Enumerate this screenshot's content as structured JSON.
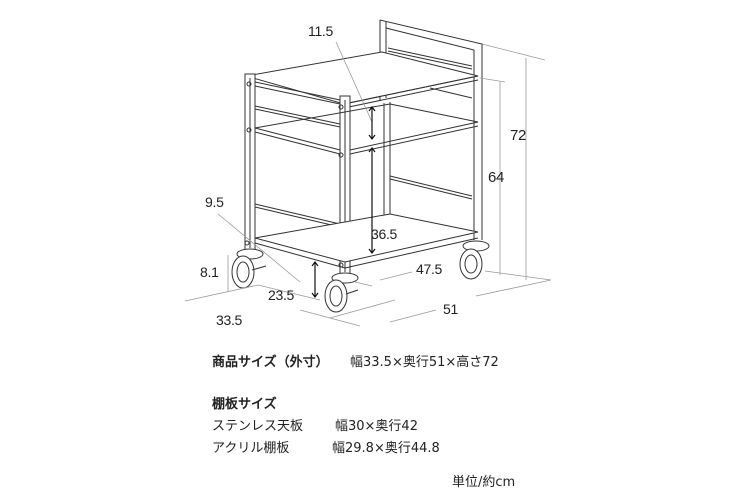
{
  "diagram": {
    "subject": "Two-tier stainless steel cart with acrylic bottom shelf and caster wheels",
    "dimension_labels": {
      "top_gap": "11.5",
      "full_height": "72",
      "shelf_height": "64",
      "upper_gap": "9.5",
      "shelf_spacing": "36.5",
      "caster_height": "8.1",
      "bottom_clearance": "23.5",
      "shelf_depth": "47.5",
      "width": "33.5",
      "depth": "51"
    }
  },
  "specs": {
    "product_size_label": "商品サイズ（外寸）",
    "product_size_value": "幅33.5×奥行51×高さ72",
    "shelf_size_heading": "棚板サイズ",
    "shelves": [
      {
        "name": "ステンレス天板",
        "value": "幅30×奥行42"
      },
      {
        "name": "アクリル棚板",
        "value": "幅29.8×奥行44.8"
      }
    ],
    "unit": "単位/約cm"
  },
  "colors": {
    "line": "#333333",
    "guide": "#9a9a9a",
    "text": "#222222"
  }
}
